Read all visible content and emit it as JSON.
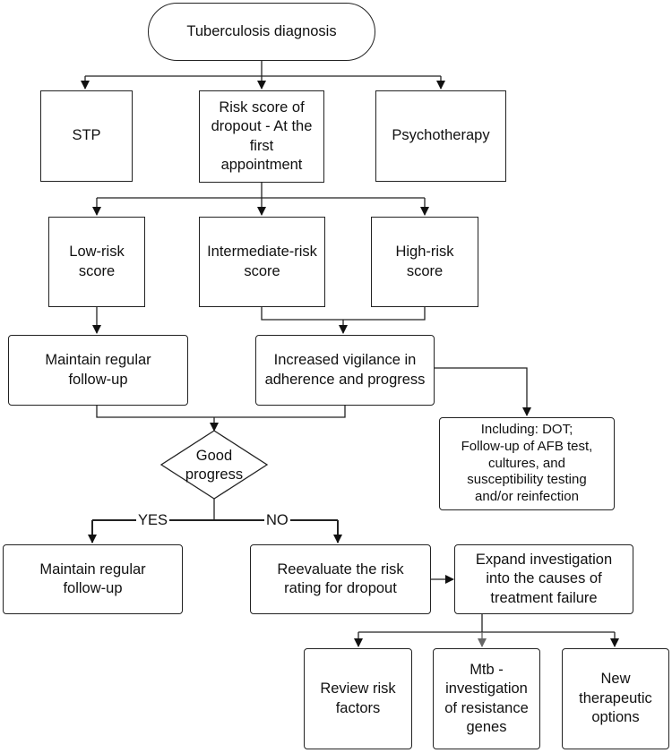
{
  "nodes": {
    "tb_diagnosis": "Tuberculosis diagnosis",
    "stp": "STP",
    "risk_score": "Risk score  of\ndropout - At the\nfirst\nappointment",
    "psychotherapy": "Psychotherapy",
    "low_risk": "Low-risk\nscore",
    "intermediate_risk": "Intermediate-risk\nscore",
    "high_risk": "High-risk\nscore",
    "maintain_followup_1": "Maintain regular\nfollow-up",
    "increased_vigilance": "Increased vigilance in\nadherence and progress",
    "including_dot": "Including: DOT;\nFollow-up of AFB test,\ncultures, and\nsusceptibility testing\nand/or reinfection",
    "good_progress": "Good\nprogress",
    "maintain_followup_2": "Maintain regular\nfollow-up",
    "reevaluate": "Reevaluate the risk\nrating for dropout",
    "expand_investigation": "Expand investigation\ninto the causes of\ntreatment failure",
    "review_risk": "Review risk\nfactors",
    "mtb_investigation": "Mtb  -\ninvestigation\nof resistance\ngenes",
    "new_therapeutic": "New\ntherapeutic\noptions"
  },
  "edge_labels": {
    "yes": "YES",
    "no": "NO"
  },
  "colors": {
    "line": "#222222",
    "arrow_gray": "#666666"
  }
}
